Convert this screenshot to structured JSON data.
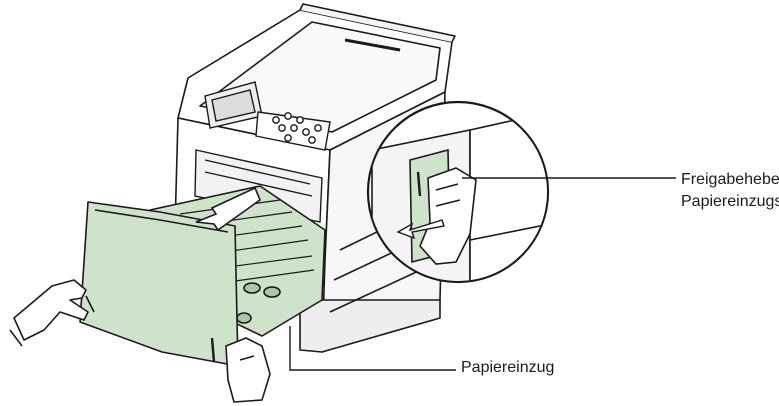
{
  "labels": {
    "release_lever_line1": "Freigabehebel des",
    "release_lever_line2": "Papiereinzugs",
    "paper_feed": "Papiereinzug"
  },
  "colors": {
    "line": "#1a1a1a",
    "green": "#cfe3cb",
    "green_dark": "#a9c9a4",
    "printer_body": "#ffffff",
    "shadow": "#d9d9d9"
  }
}
